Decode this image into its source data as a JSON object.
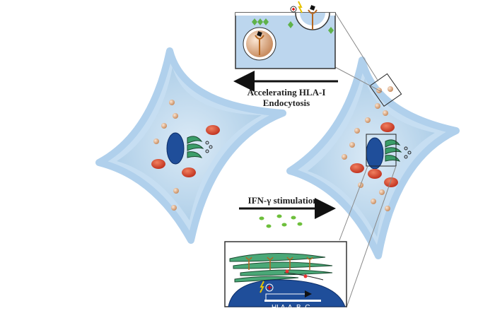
{
  "labels": {
    "endocytosis_line1": "Accelerating HLA-I",
    "endocytosis_line2": "Endocytosis",
    "ifn": "IFN-γ stimulation",
    "genes": "HLA-A,  B,  C"
  },
  "colors": {
    "cell_membrane": "#b9d6ef",
    "cytoplasm": "#a9cbe6",
    "nucleus": "#1f4e9a",
    "golgi": "#3b9e6a",
    "vesicle_red": "#d8482f",
    "vesicle_tan": "#e6b48f",
    "ifn_particle": "#6dbf3b"
  }
}
